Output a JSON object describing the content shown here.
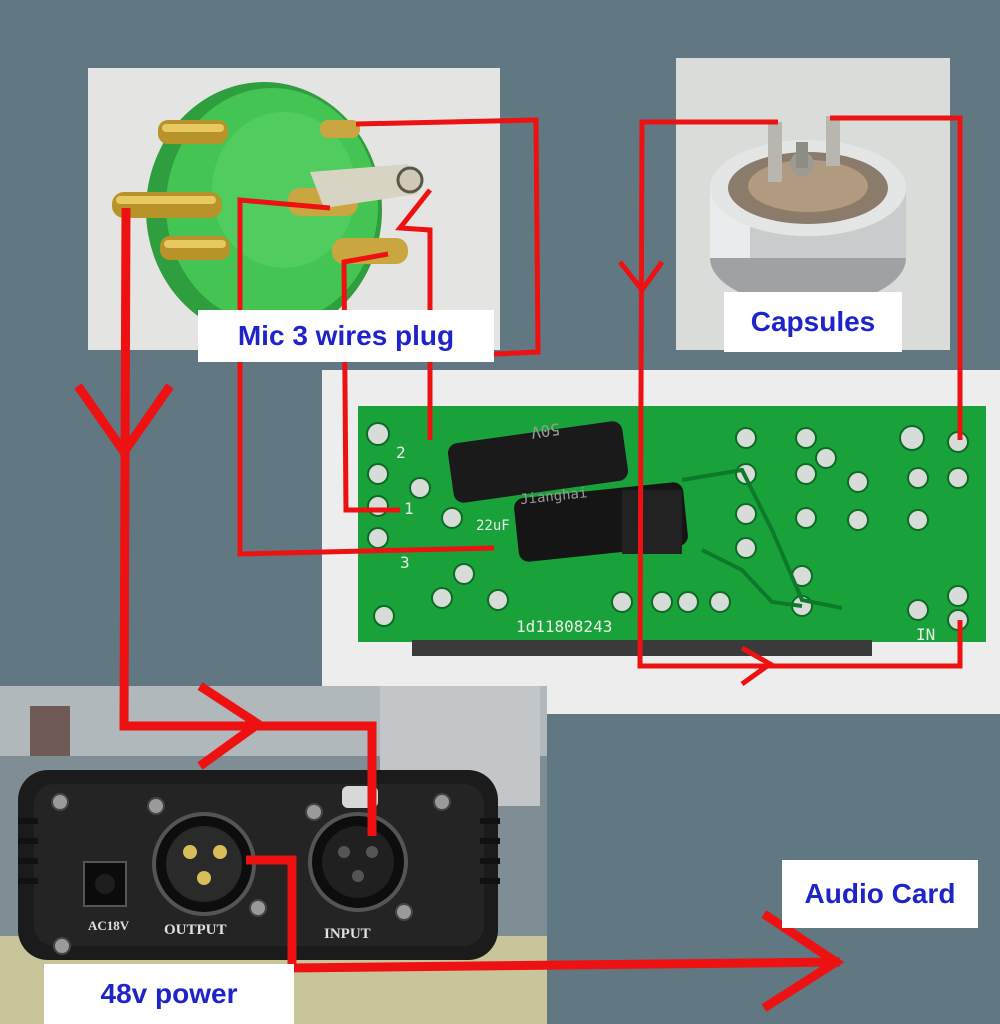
{
  "labels": {
    "mic_plug": "Mic 3 wires plug",
    "capsules": "Capsules",
    "audio_card": "Audio Card",
    "power_48v": "48v power"
  },
  "pcb": {
    "pin1": "1",
    "pin2": "2",
    "pin3": "3",
    "cap_value": "22uF",
    "cap_voltage": "50V",
    "cap_brand": "Jianghai",
    "serial": "1d11808243",
    "in_marking": "IN"
  },
  "phantom_box": {
    "ac_label": "AC18V",
    "output_label": "OUTPUT",
    "input_label": "INPUT"
  },
  "colors": {
    "background": "#617883",
    "wire_red": "#ee1111",
    "label_text": "#1f24c8",
    "pcb_green": "#1aa23a",
    "xlr_green": "#3ec24c"
  }
}
